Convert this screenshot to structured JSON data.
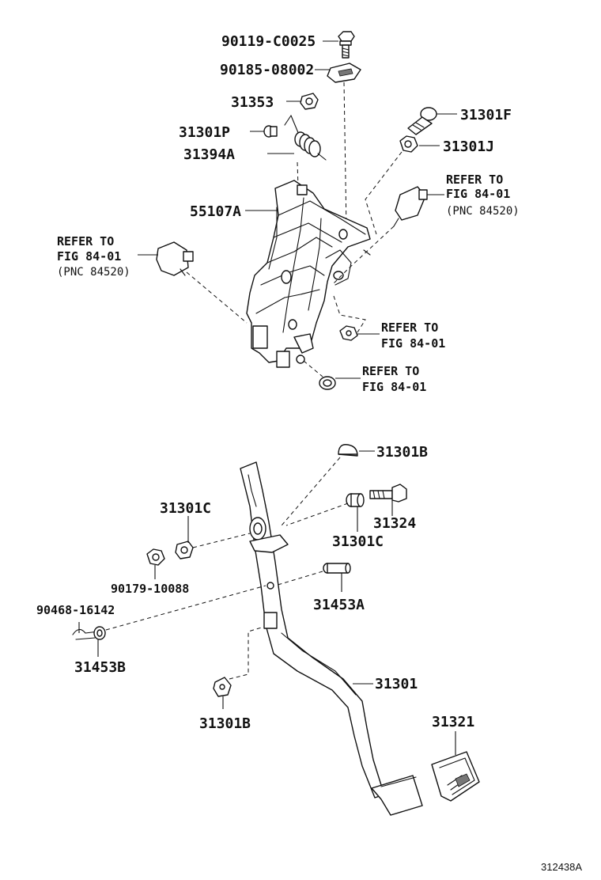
{
  "labels": {
    "p90119_c0025": "90119-C0025",
    "p90185_08002": "90185-08002",
    "p31353": "31353",
    "p31301p": "31301P",
    "p31394a": "31394A",
    "p55107a": "55107A",
    "p31301f": "31301F",
    "p31301j": "31301J",
    "p31301b_top": "31301B",
    "p31301c_left": "31301C",
    "p31324": "31324",
    "p31301c_right": "31301C",
    "p90179_10088": "90179-10088",
    "p90468_16142": "90468-16142",
    "p31453a": "31453A",
    "p31453b": "31453B",
    "p31301": "31301",
    "p31301b_bottom": "31301B",
    "p31321": "31321"
  },
  "references": {
    "ref_right_switch": {
      "line1": "REFER TO",
      "line2": "FIG 84-01",
      "line3": "(PNC 84520)"
    },
    "ref_left_switch": {
      "line1": "REFER TO",
      "line2": "FIG 84-01",
      "line3": "(PNC 84520)"
    },
    "ref_nut_upper": {
      "line1": "REFER TO",
      "line2": "FIG 84-01"
    },
    "ref_nut_lower": {
      "line1": "REFER TO",
      "line2": "FIG 84-01"
    }
  },
  "illustration_id": "312438A",
  "colors": {
    "ink": "#111111",
    "background": "#ffffff"
  }
}
